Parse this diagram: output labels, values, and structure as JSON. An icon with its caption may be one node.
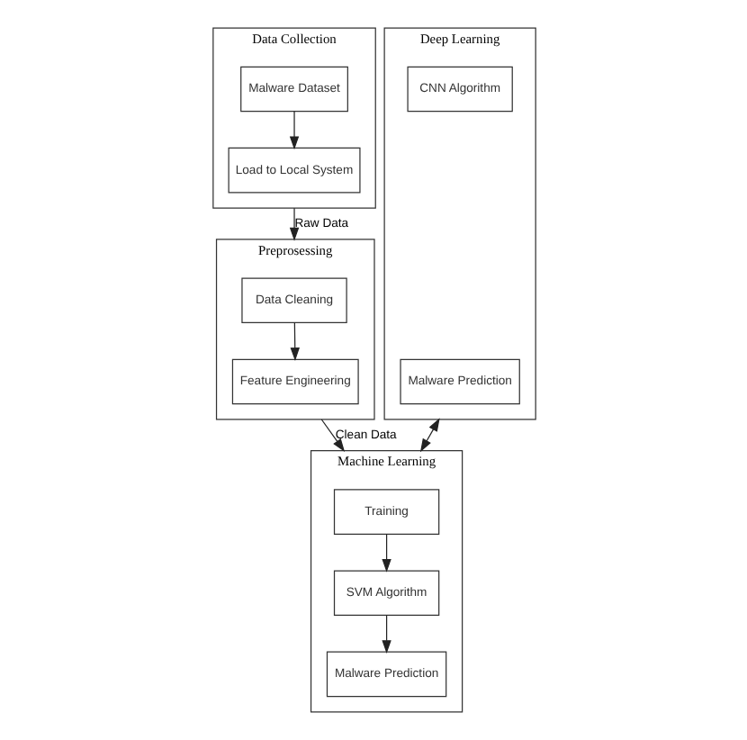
{
  "diagram": {
    "nodes": [
      {
        "text": [
          "Data Collection"
        ]
      },
      {
        "text": [
          "Malware Dataset"
        ],
        "in": 0
      },
      {
        "text": [
          "Load to Local System"
        ],
        "in": 0
      },
      {
        "text": [
          "Preprosessing"
        ]
      },
      {
        "text": [
          "Data Cleaning"
        ],
        "in": 3
      },
      {
        "text": [
          "Feature Engineering"
        ],
        "in": 3
      },
      {
        "text": [
          "Deep Learning"
        ]
      },
      {
        "text": [
          "CNN Algorithm"
        ],
        "in": 6
      },
      {
        "text": [
          "Malware Prediction"
        ],
        "in": 6
      },
      {
        "text": [
          "Machine Learning"
        ]
      },
      {
        "text": [
          "Training"
        ],
        "in": 9
      },
      {
        "text": [
          "SVM Algorithm"
        ],
        "in": 9
      },
      {
        "text": [
          "Malware Prediction"
        ],
        "in": 9
      }
    ],
    "edges": [
      {
        "from": 1,
        "to": 2,
        "arrow": "to"
      },
      {
        "from": 0,
        "to": 3,
        "arrow": "to",
        "label": "Raw Data"
      },
      {
        "from": 4,
        "to": 5,
        "arrow": "to"
      },
      {
        "from": 3,
        "to": 9,
        "arrow": "to",
        "label": "Clean Data"
      },
      {
        "from": 6,
        "to": 9,
        "arrow": "both"
      },
      {
        "from": 10,
        "to": 11,
        "arrow": "to"
      },
      {
        "from": 11,
        "to": 12,
        "arrow": "to"
      }
    ]
  }
}
